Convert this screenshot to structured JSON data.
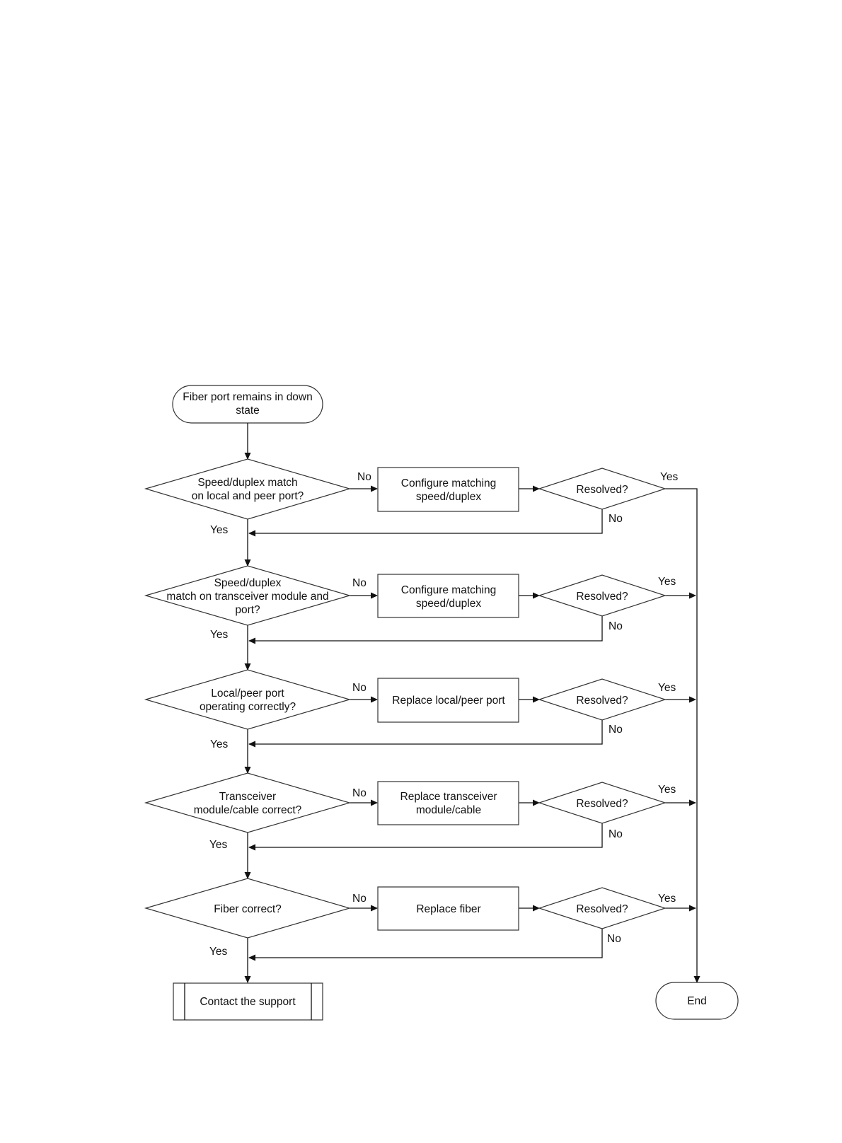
{
  "start": {
    "lines": [
      "Fiber port remains in down",
      "state"
    ]
  },
  "steps": [
    {
      "question": [
        "Speed/duplex match",
        "on local and peer port?"
      ],
      "action": [
        "Configure matching",
        "speed/duplex"
      ]
    },
    {
      "question": [
        "Speed/duplex",
        "match on transceiver module and",
        "port?"
      ],
      "action": [
        "Configure matching",
        "speed/duplex"
      ]
    },
    {
      "question": [
        "Local/peer port",
        "operating correctly?"
      ],
      "action": [
        "Replace local/peer port"
      ]
    },
    {
      "question": [
        "Transceiver",
        "module/cable correct?"
      ],
      "action": [
        "Replace transceiver",
        "module/cable"
      ]
    },
    {
      "question": [
        "Fiber correct?"
      ],
      "action": [
        "Replace fiber"
      ]
    }
  ],
  "check_label": "Resolved?",
  "yes_label": "Yes",
  "no_label": "No",
  "support_label": "Contact the support",
  "end_label": "End"
}
